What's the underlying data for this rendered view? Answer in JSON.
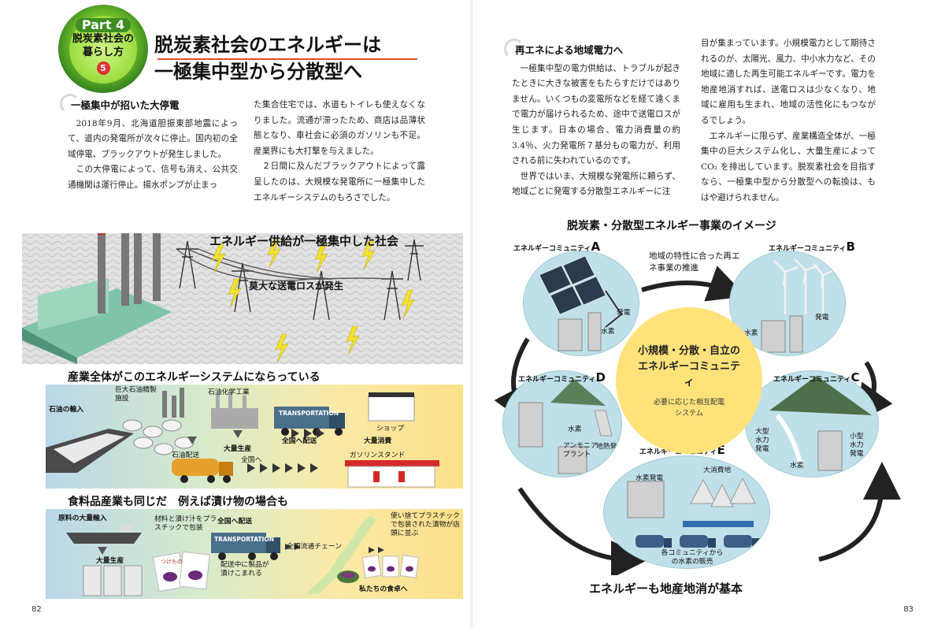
{
  "left": {
    "badge": {
      "part": "Part 4",
      "line1": "脱炭素社会の",
      "line2": "暮らし方",
      "num": "5"
    },
    "title": {
      "line1": "脱炭素社会のエネルギーは",
      "line2": "一極集中型から分散型へ"
    },
    "section1": {
      "heading": "一極集中が招いた大停電",
      "p1": "2018年9月、北海道胆振東部地震によって、道内の発電所が次々に停止。国内初の全域停電、ブラックアウトが発生しました。",
      "p2": "この大停電によって、信号も消え、公共交通機関は運行停止。揚水ポンプが止まっ",
      "p3": "た集合住宅では、水道もトイレも使えなくなりました。流通が滞ったため、商店は品薄状態となり、車社会に必須のガソリンも不足。産業界にも大打撃を与えました。",
      "p4": "２日間に及んだブラックアウトによって露呈したのは、大規模な発電所に一極集中したエネルギーシステムのもろさでした。"
    },
    "ill1": {
      "title": "エネルギー供給が一極集中した社会",
      "loss": "莫大な送電ロスが発生"
    },
    "ill2": {
      "title": "産業全体がこのエネルギーシステムにならっている",
      "oil_import": "石油の輸入",
      "refinery": "巨大石油精製施設",
      "petrochem": "石油化学工業",
      "truck_text": "TRANSPORTATION",
      "mass_prod": "大量生産",
      "nationwide": "全国へ配送",
      "shop": "ショップ",
      "mass_consume": "大量消費",
      "oil_delivery": "石油配送",
      "to_nation": "全国へ",
      "gas_station": "ガソリンスタンド"
    },
    "ill3": {
      "title": "食料品産業も同じだ　例えば漬け物の場合も",
      "raw_import": "原料の大量輸入",
      "packaging": "材料と漬け汁をプラスチックで包装",
      "nationwide": "全国へ配送",
      "truck_text": "TRANSPORTATION",
      "mass_prod": "大量生産",
      "chain": "全国流通チェーン",
      "pickled": "配送中に製品が漬けこまれる",
      "disposable": "使い捨てプラスチックで包装された漬物が店頭に並ぶ",
      "table": "私たちの食卓へ",
      "pack_label": "つけもの"
    },
    "page_no": "82"
  },
  "right": {
    "section2": {
      "heading": "再エネによる地域電力へ",
      "p1": "一極集中型の電力供給は、トラブルが起きたときに大きな被害をもたらすだけではありません。いくつもの変電所などを経て遠くまで電力が届けられるため、途中で送電ロスが生じます。日本の場合、電力消費量の約 3.4％、火力発電所７基分もの電力が、利用される前に失われているのです。",
      "p2": "世界ではいま、大規模な発電所に頼らず、地域ごとに発電する分散型エネルギーに注",
      "p3": "目が集まっています。小規模電力として期待されるのが、太陽光、風力、中小水力など、その地域に適した再生可能エネルギーです。電力を地産地消すれば、送電ロスは少なくなり、地域に雇用も生まれ、地域の活性化にもつながるでしょう。",
      "p4": "エネルギーに限らず、産業構造全体が、一極集中の巨大システム化し、大量生産によって CO₂ を排出しています。脱炭素社会を目指すなら、一極集中型から分散型への転換は、もはや避けられません。"
    },
    "diagram": {
      "title": "脱炭素・分散型エネルギー事業のイメージ",
      "top_note": "地域の特性に合った再エネ事業の推進",
      "center_main": "小規模・分散・自立のエネルギーコミュニティ",
      "center_sub": "必要に応じた相互配電システム",
      "community_label": "エネルギーコミュニティ",
      "a": {
        "letter": "A",
        "gen": "発電",
        "h2": "水素"
      },
      "b": {
        "letter": "B",
        "gen": "発電",
        "h2": "水素"
      },
      "c": {
        "letter": "C",
        "hydro_big": "大型水力発電",
        "hydro_small": "小型水力発電",
        "h2": "水素"
      },
      "d": {
        "letter": "D",
        "h2": "水素",
        "geo": "地熱発電",
        "ammonia": "アンモニアプラント"
      },
      "e": {
        "letter": "E",
        "h2gen": "水素発電",
        "big_consumer": "大消費地",
        "sales": "各コミュニティからの水素の販売"
      },
      "bottom": "エネルギーも地産地消が基本"
    },
    "page_no": "83"
  },
  "colors": {
    "accent_red": "#e7492f",
    "badge_green": "#72bf2a",
    "community_blue": "#bfe0e8",
    "center_yellow": "#ffe27a"
  }
}
